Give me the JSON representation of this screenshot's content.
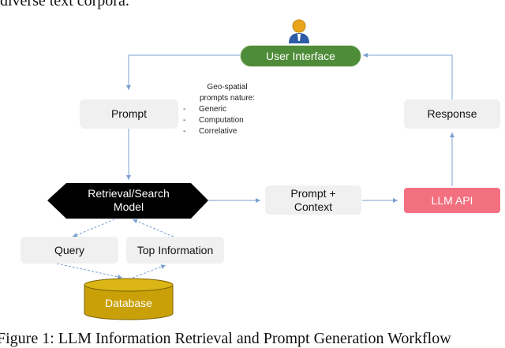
{
  "header_text": "diverse text corpora.",
  "caption": "Figure 1: LLM Information Retrieval and Prompt Generation Workflow",
  "nodes": {
    "user_interface": "User Interface",
    "prompt": "Prompt",
    "response": "Response",
    "retrieval_line1": "Retrieval/Search",
    "retrieval_line2": "Model",
    "prompt_context_line1": "Prompt +",
    "prompt_context_line2": "Context",
    "llm_api": "LLM API",
    "query": "Query",
    "top_information": "Top Information",
    "database": "Database"
  },
  "note": {
    "title_line1": "Geo-spatial",
    "title_line2": "prompts nature:",
    "items": [
      "Generic",
      "Computation",
      "Correlative"
    ]
  },
  "colors": {
    "user_interface": "#4f8c39",
    "retrieval_model": "#000000",
    "llm_api": "#f2707f",
    "database": "#c9a008",
    "arrows": "#7ba0d0",
    "boxes": "#f0f0f0"
  },
  "icons": {
    "user": "user-person-icon"
  }
}
